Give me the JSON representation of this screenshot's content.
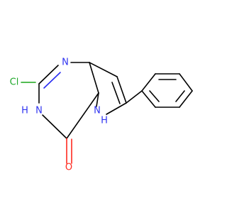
{
  "molecule": {
    "atoms": {
      "cl": {
        "label": "Cl",
        "color": "#1fa82a"
      },
      "n1": {
        "label": "N",
        "color": "#2f33f0"
      },
      "n3h": {
        "label": "N",
        "color": "#2f33f0"
      },
      "n3h_h": {
        "label": "H",
        "color": "#2f33f0"
      },
      "n5h": {
        "label": "N",
        "color": "#2f33f0"
      },
      "n5h_h": {
        "label": "H",
        "color": "#2f33f0"
      },
      "o": {
        "label": "O",
        "color": "#ff2a1f"
      }
    }
  }
}
